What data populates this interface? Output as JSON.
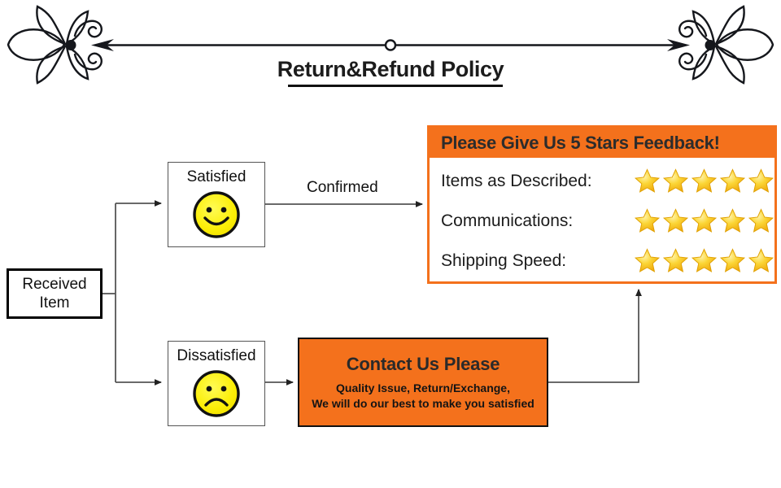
{
  "header": {
    "title": "Return&Refund Policy",
    "left_ornament": "fleuron-ornament-left",
    "right_ornament": "fleuron-ornament-right",
    "divider": "double-arrow-rule"
  },
  "flow": {
    "start_node": {
      "line1": "Received",
      "line2": "Item"
    },
    "branches": [
      {
        "label": "Satisfied",
        "face": "smiling-face"
      },
      {
        "label": "Dissatisfied",
        "face": "frowning-face"
      }
    ],
    "edges": [
      {
        "label": "Confirmed"
      }
    ]
  },
  "feedback": {
    "header": "Please Give Us 5 Stars Feedback!",
    "rows": [
      {
        "label": "Items as Described:",
        "stars": 5
      },
      {
        "label": "Communications:",
        "stars": 5
      },
      {
        "label": "Shipping Speed:",
        "stars": 5
      }
    ]
  },
  "contact": {
    "title": "Contact Us Please",
    "line1": "Quality Issue, Return/Exchange,",
    "line2": "We will do our best to make you satisfied"
  },
  "colors": {
    "orange": "#F4711C",
    "star_gold": "#F5C518",
    "face_yellow": "#FCEE21",
    "ink": "#1a1a1a",
    "connector": "#555555"
  }
}
